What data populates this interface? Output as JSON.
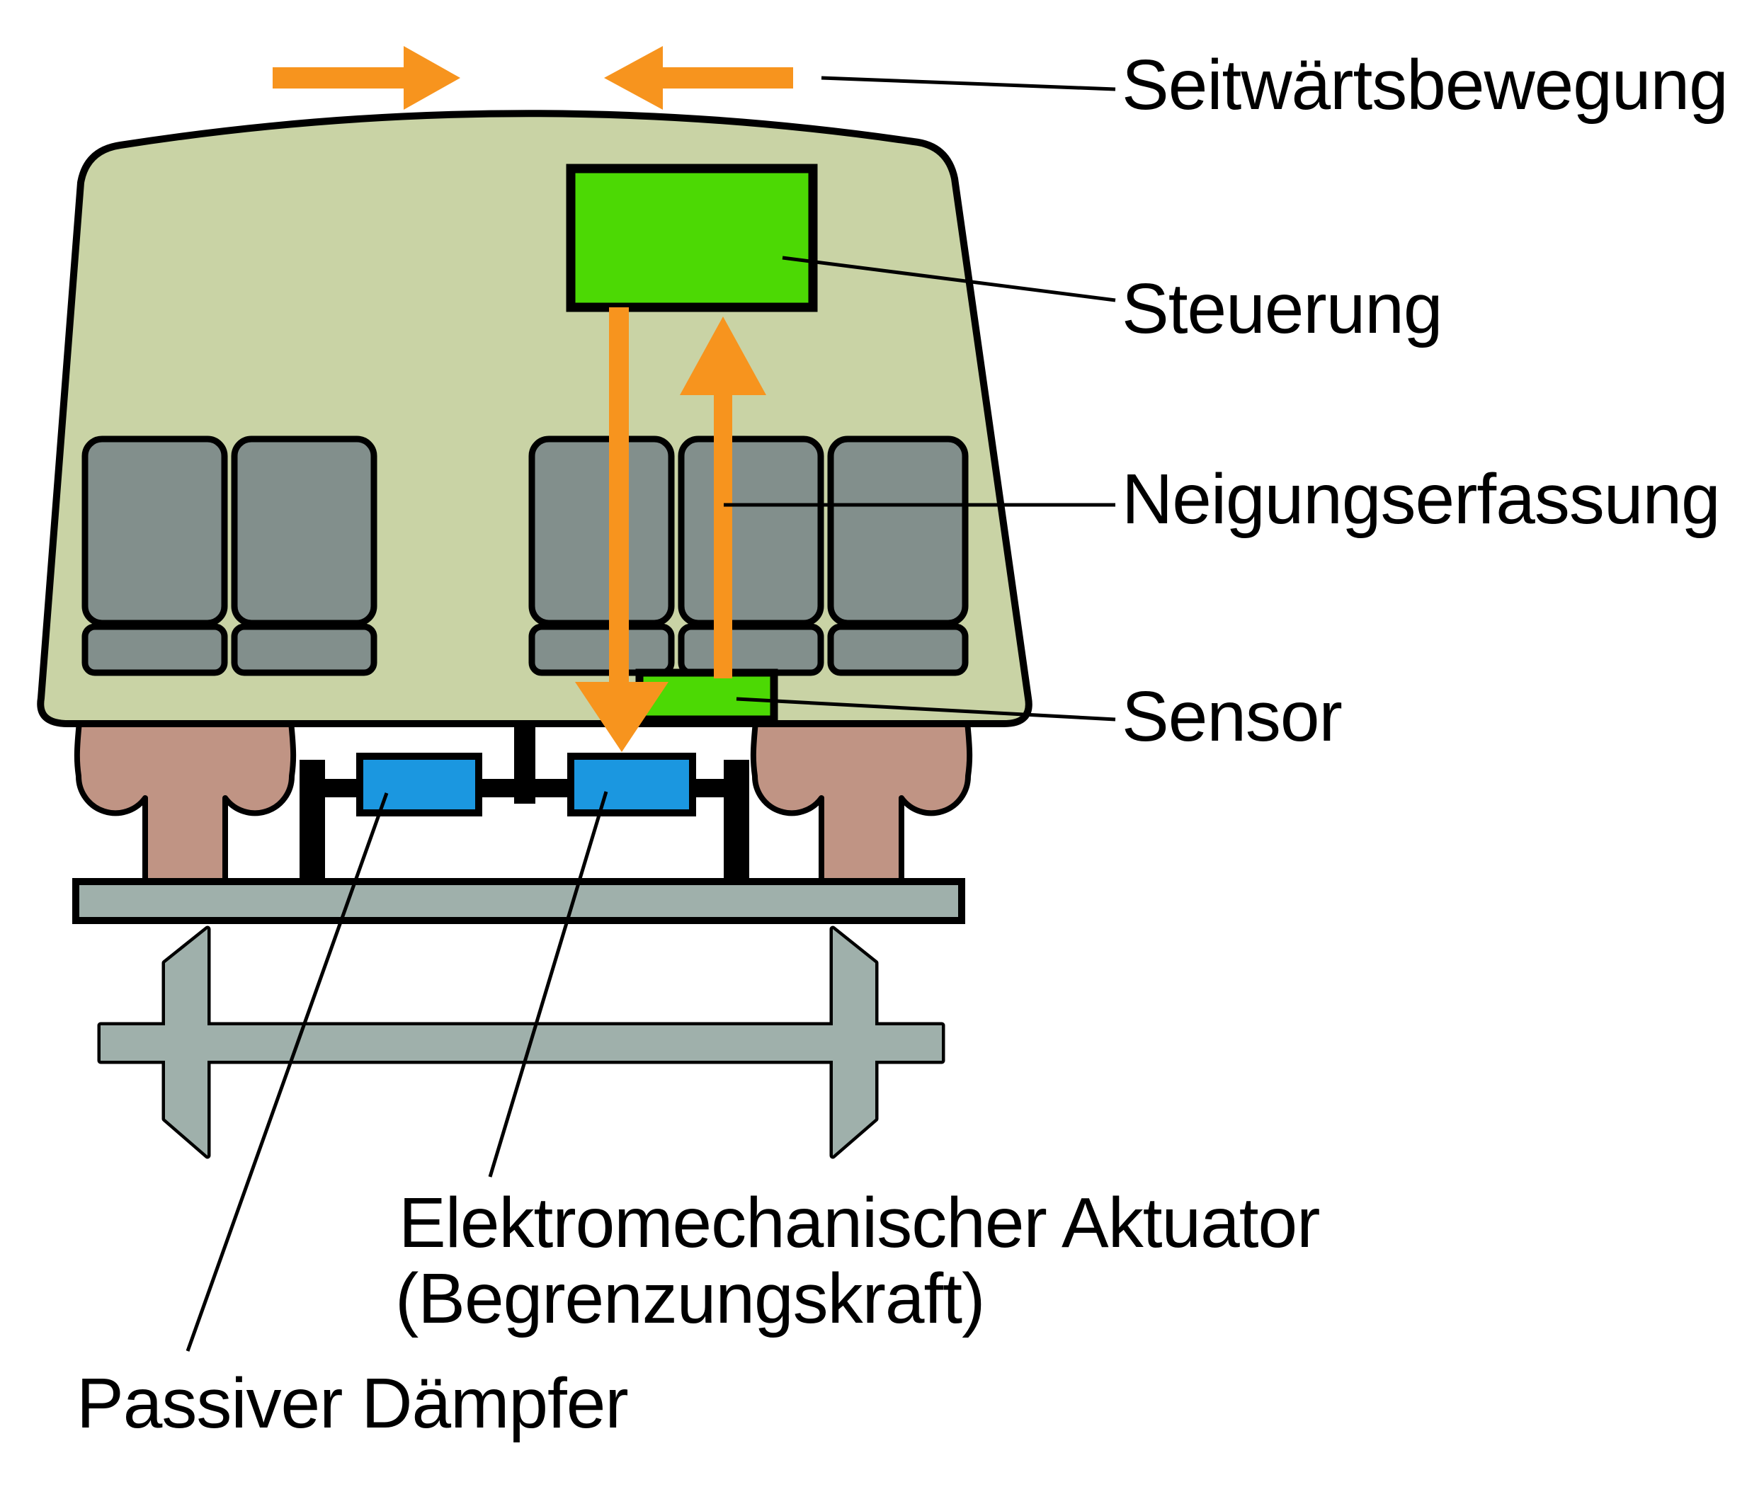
{
  "diagram": {
    "labels": {
      "seitwaertsbewegung": "Seitwärtsbewegung",
      "steuerung": "Steuerung",
      "neigungserfassung": "Neigungserfassung",
      "sensor": "Sensor",
      "aktuator_line1": "Elektromechanischer Aktuator",
      "aktuator_line2": "(Begrenzungskraft)",
      "passiver_daempfer": "Passiver Dämpfer"
    },
    "colors": {
      "car_body": "#c9d3a5",
      "seat": "#828f8c",
      "suspension": "#c09484",
      "bogie_gray": "#9fb0ab",
      "actuator_blue": "#1b97e0",
      "signal_green": "#4cd904",
      "arrow_orange": "#f7941e",
      "outline": "#000000"
    }
  }
}
